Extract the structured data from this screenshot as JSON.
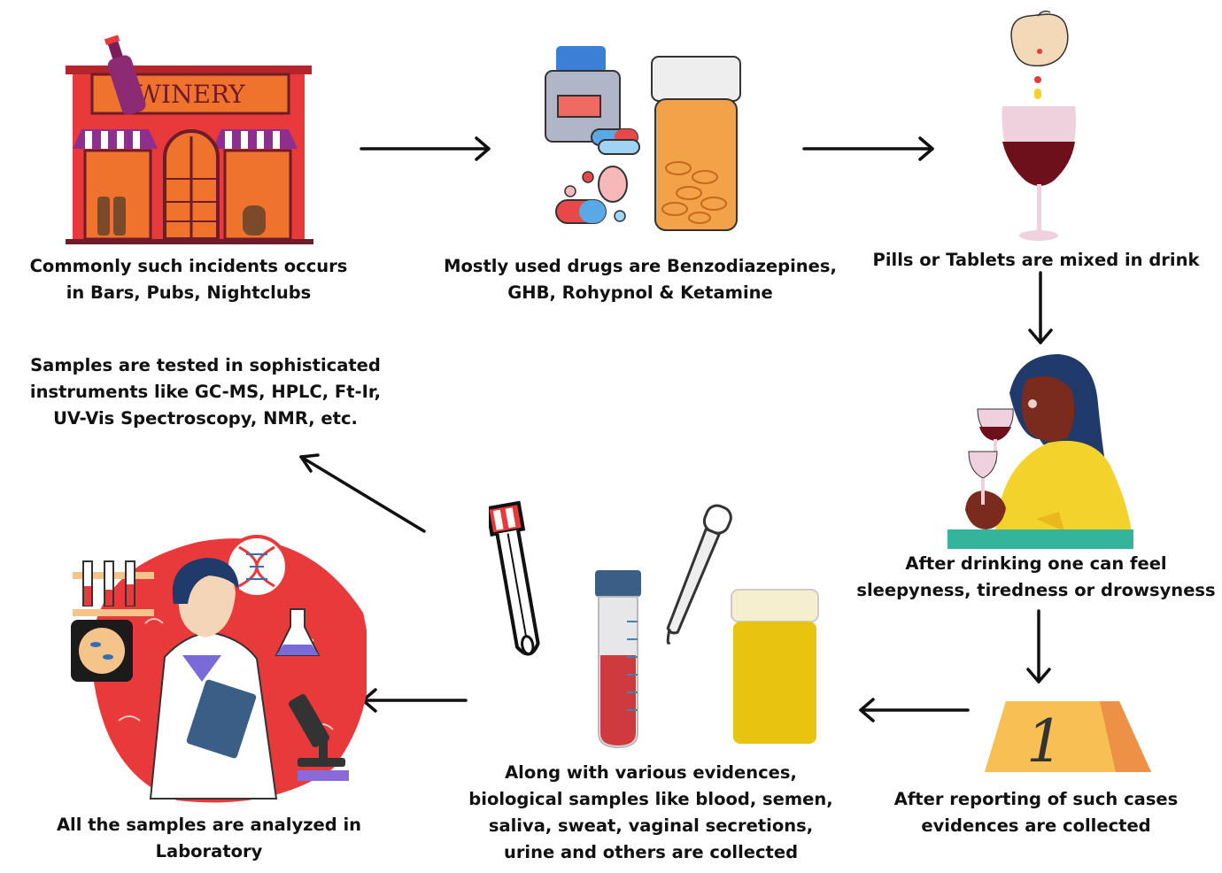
{
  "steps": [
    {
      "id": "venue",
      "caption": "Commonly such incidents occurs\nin Bars, Pubs, Nightclubs",
      "icon": "winery-storefront-icon"
    },
    {
      "id": "drugs",
      "caption": "Mostly used drugs are Benzodiazepines,\nGHB, Rohypnol & Ketamine",
      "icon": "pill-bottles-icon"
    },
    {
      "id": "mixing",
      "caption": "Pills or Tablets are mixed in drink",
      "icon": "pills-into-wine-glass-icon"
    },
    {
      "id": "effects",
      "caption": "After drinking one can feel\nsleepyness,  tiredness or drowsyness",
      "icon": "woman-drinking-icon"
    },
    {
      "id": "evidence",
      "caption": "After reporting of such cases\nevidences are collected",
      "icon": "evidence-marker-icon"
    },
    {
      "id": "samples",
      "caption": "Along with various evidences,\nbiological samples like blood, semen,\nsaliva, sweat, vaginal secretions,\nurine and others are collected",
      "icon": "sample-tubes-icon"
    },
    {
      "id": "laboratory",
      "caption": "All the samples are analyzed in\nLaboratory",
      "icon": "lab-scientist-icon"
    },
    {
      "id": "instruments",
      "caption": "Samples are tested in sophisticated\ninstruments like GC-MS, HPLC, Ft-Ir,\nUV-Vis Spectroscopy, NMR, etc.",
      "icon": ""
    }
  ],
  "sign_text": "WINERY",
  "marker_number": "1",
  "colors": {
    "arrow": "#111111",
    "red": "#e8393b",
    "wine": "#6e0f1c",
    "teal": "#34b49a",
    "yellow": "#f3d22b",
    "amber": "#f5a844"
  }
}
